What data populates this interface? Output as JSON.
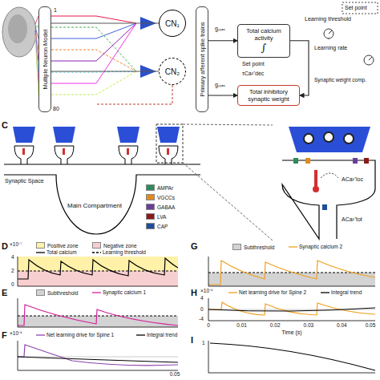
{
  "diagram": {
    "nodes": [
      {
        "text": [
          "Multiple Neuron Model"
        ]
      },
      {
        "text": [
          "CN₁"
        ]
      },
      {
        "text": [
          "CN₂"
        ]
      },
      {
        "text": [
          "Primary afferent spike trains"
        ]
      },
      {
        "text": [
          "Total calcium activity",
          "∫"
        ]
      },
      {
        "text": [
          "Total inhibitory synaptic weight"
        ]
      }
    ],
    "edges": [
      {
        "from": 0,
        "to": 1,
        "arrow": "none"
      },
      {
        "from": 0,
        "to": 2,
        "arrow": "none"
      },
      {
        "from": 3,
        "to": 4,
        "arrow": "to"
      },
      {
        "from": 3,
        "to": 5,
        "arrow": "to"
      },
      {
        "from": 4,
        "to": 5,
        "arrow": "to"
      }
    ],
    "labels": [
      "C",
      "D",
      "E",
      "F",
      "G",
      "H",
      "I",
      "1",
      "80",
      "gₘₐₓ",
      "gₘₐₓ",
      "Learning threshold",
      "Learning rate",
      "Set point",
      "τCa²⁺dec",
      "Set point",
      "Synaptic weight comp.",
      "Synaptic Space",
      "Main Compartment",
      "ACa²⁺loc",
      "ACa²⁺tot",
      "×10⁻⁷",
      "4",
      "2",
      "0",
      "×10⁻⁵",
      "×10⁻⁶",
      "4",
      "0",
      "-4",
      "0",
      "0.01",
      "0.02",
      "0.03",
      "0.04",
      "0.05",
      "Time (s)",
      "0.05",
      "1"
    ],
    "legend": [
      {
        "text": "AMPAr",
        "color": "#2e8b57"
      },
      {
        "text": "VGCCs",
        "color": "#e08a1e"
      },
      {
        "text": "GABAA",
        "color": "#6a3d9a"
      },
      {
        "text": "LVA",
        "color": "#8b1a1a"
      },
      {
        "text": "CAP",
        "color": "#1f4e9c"
      },
      {
        "text": "Positive zone",
        "color": "#fff2a8"
      },
      {
        "text": "Negative zone",
        "color": "#f8cfd0"
      },
      {
        "text": "Total calcium"
      },
      {
        "text": "Learning threshold"
      },
      {
        "text": "Subthreshold",
        "color": "#d3d3d3"
      },
      {
        "text": "Synaptic calcium 1"
      },
      {
        "text": "Net learning drive for Spine 1"
      },
      {
        "text": "Integral trend"
      },
      {
        "text": "Subthreshold",
        "color": "#d3d3d3"
      },
      {
        "text": "Synaptic calcium 2"
      },
      {
        "text": "Net learning drive for Spine 2"
      },
      {
        "text": "Integral trend"
      }
    ]
  }
}
